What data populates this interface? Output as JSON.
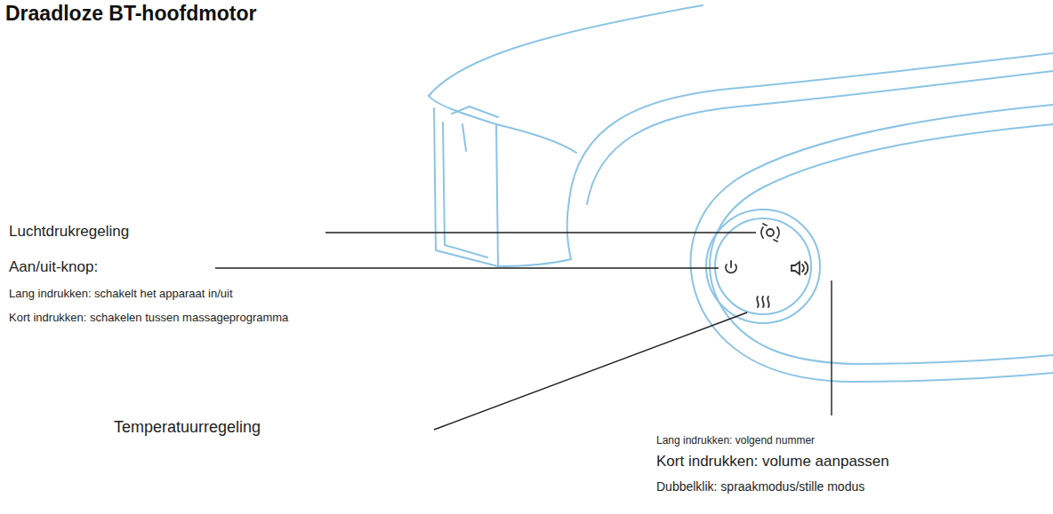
{
  "diagram": {
    "title": "Draadloze BT-hoofdmotor",
    "labels": [
      "Luchtdrukregeling",
      "Aan/uit-knop:",
      "Lang indrukken: schakelt het apparaat in/uit",
      "Kort indrukken: schakelen tussen massageprogramma",
      "Temperatuurregeling",
      "Lang indrukken: volgend nummer",
      "Kort indrukken: volume aanpassen",
      "Dubbelklik: spraakmodus/stille modus"
    ]
  }
}
